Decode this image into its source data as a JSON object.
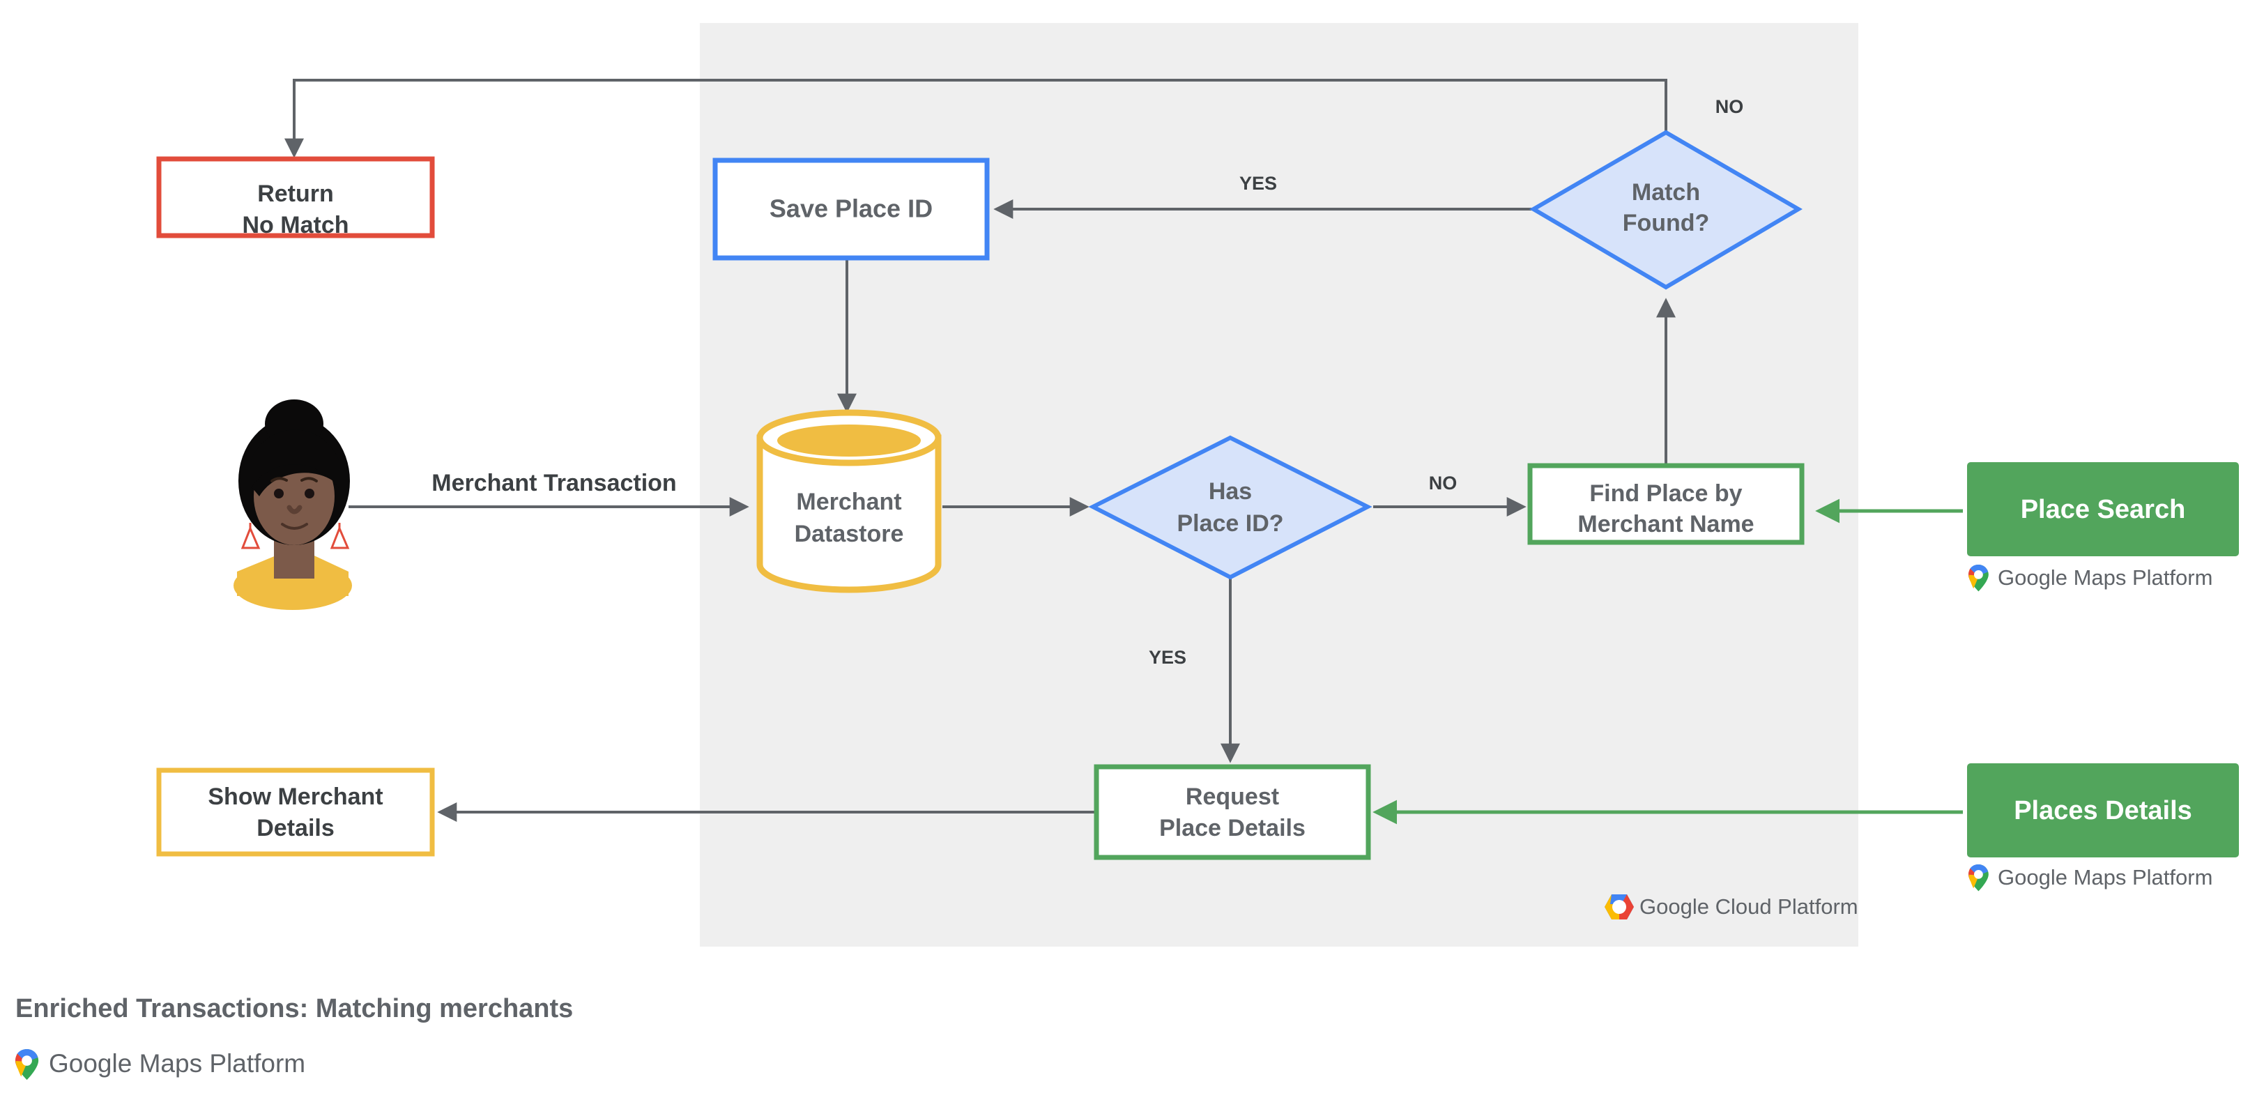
{
  "diagram": {
    "title": "Enriched Transactions: Matching merchants",
    "panel_label": "Google Cloud Platform",
    "brand_label": "Google Maps Platform",
    "colors": {
      "panel_bg": "#efefef",
      "blue": "#4285f4",
      "blue_fill": "#d7e3fa",
      "green": "#52a55c",
      "green_fill": "#52a55c",
      "yellow": "#f0bd42",
      "red": "#e24c3b",
      "edge": "#5f6368",
      "text": "#3c4043",
      "text_muted": "#5f6368"
    },
    "nodes": {
      "return_no_match": {
        "line1": "Return",
        "line2": "No Match",
        "shape": "rect",
        "accent": "#e24c3b"
      },
      "save_place_id": {
        "line1": "Save Place ID",
        "shape": "rect",
        "accent": "#4285f4"
      },
      "match_found": {
        "line1": "Match",
        "line2": "Found?",
        "shape": "diamond",
        "accent": "#4285f4"
      },
      "merchant_datastore": {
        "line1": "Merchant",
        "line2": "Datastore",
        "shape": "cylinder",
        "accent": "#f0bd42"
      },
      "has_place_id": {
        "line1": "Has",
        "line2": "Place ID?",
        "shape": "diamond",
        "accent": "#4285f4"
      },
      "find_place_by_merchant_name": {
        "line1": "Find Place by",
        "line2": "Merchant Name",
        "shape": "rect",
        "accent": "#52a55c"
      },
      "request_place_details": {
        "line1": "Request",
        "line2": "Place Details",
        "shape": "rect",
        "accent": "#52a55c"
      },
      "show_merchant_details": {
        "line1": "Show Merchant",
        "line2": "Details",
        "shape": "rect",
        "accent": "#f0bd42"
      },
      "place_search": {
        "line1": "Place Search",
        "shape": "rect-filled",
        "accent": "#52a55c"
      },
      "places_details": {
        "line1": "Places Details",
        "shape": "rect-filled",
        "accent": "#52a55c"
      }
    },
    "edge_labels": {
      "merchant_transaction": "Merchant Transaction",
      "has_place_id_no": "NO",
      "has_place_id_yes": "YES",
      "match_found_yes": "YES",
      "match_found_no": "NO"
    },
    "brand_marks": [
      {
        "name": "place-search-brand",
        "label": "Google Maps Platform"
      },
      {
        "name": "places-details-brand",
        "label": "Google Maps Platform"
      },
      {
        "name": "gcp-panel-brand",
        "label": "Google Cloud Platform"
      },
      {
        "name": "footer-brand",
        "label": "Google Maps Platform"
      }
    ]
  }
}
